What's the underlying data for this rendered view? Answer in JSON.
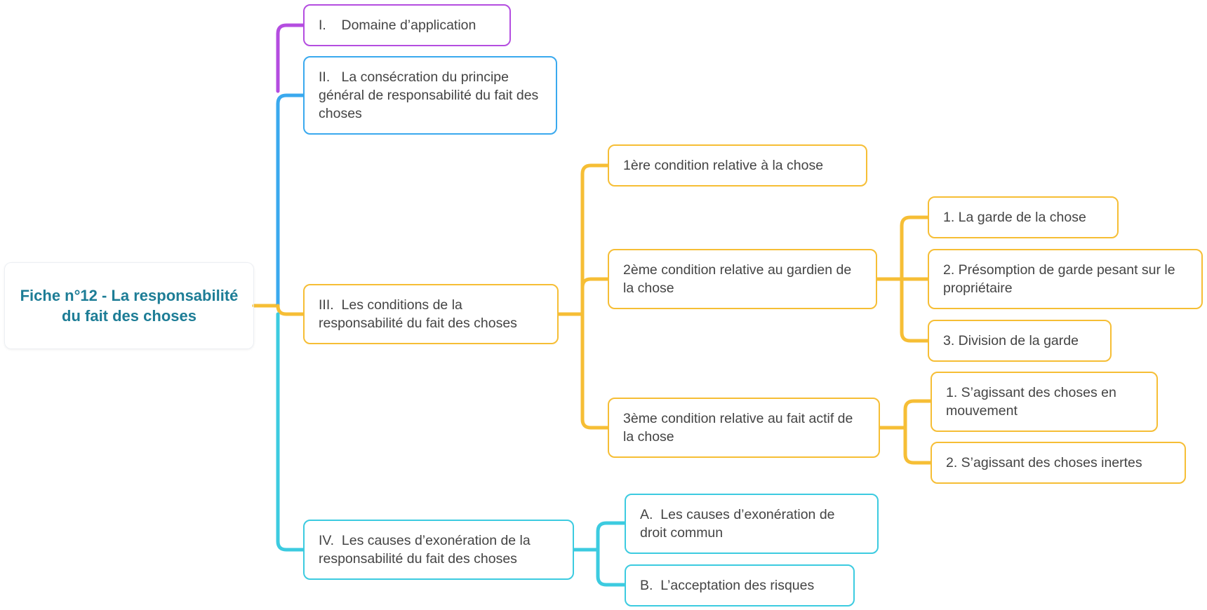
{
  "root": {
    "title": "Fiche n°12 - La responsabilité du fait des choses"
  },
  "colors": {
    "purple": "#b44de0",
    "blue": "#3aa9ee",
    "yellow": "#f6be35",
    "cyan": "#3ccbe0",
    "root_text": "#1d7d96",
    "node_text": "#444444"
  },
  "sections": [
    {
      "label": "I.    Domaine d’application",
      "color": "purple"
    },
    {
      "label": "II.   La consécration du principe général de responsabilité du fait des choses",
      "color": "blue"
    },
    {
      "label": "III.  Les conditions de la responsabilité du fait des choses",
      "color": "yellow",
      "children": [
        {
          "label": "1ère condition relative à la chose"
        },
        {
          "label": "2ème condition relative au gardien de la chose",
          "children": [
            {
              "label": "1. La garde de la chose"
            },
            {
              "label": "2. Présomption de garde pesant sur le propriétaire"
            },
            {
              "label": "3. Division de la garde"
            }
          ]
        },
        {
          "label": "3ème condition relative au fait actif de la chose",
          "children": [
            {
              "label": "1. S’agissant des choses en mouvement"
            },
            {
              "label": "2. S’agissant des choses inertes"
            }
          ]
        }
      ]
    },
    {
      "label": "IV.  Les causes d’exonération de la responsabilité du fait des choses",
      "color": "cyan",
      "children": [
        {
          "label": "A.  Les causes d’exonération de droit commun"
        },
        {
          "label": "B.  L’acceptation des risques"
        }
      ]
    }
  ]
}
